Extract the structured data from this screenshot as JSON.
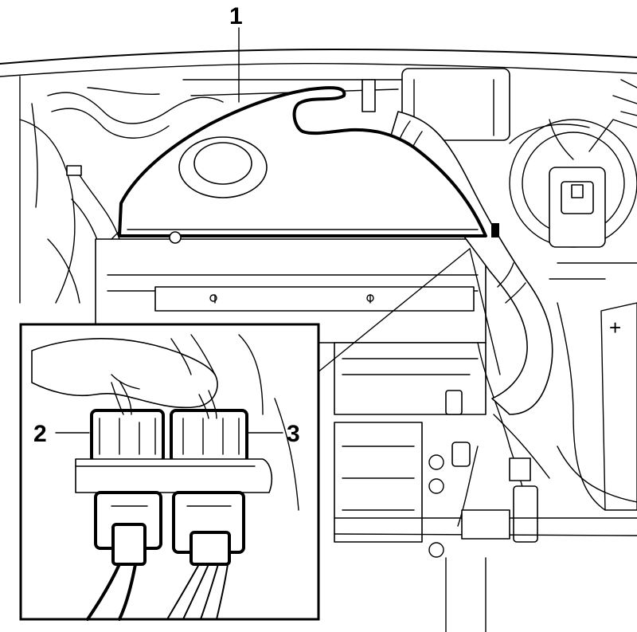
{
  "figure": {
    "callouts": [
      {
        "id": "1",
        "label": "1"
      },
      {
        "id": "2",
        "label": "2"
      },
      {
        "id": "3",
        "label": "3"
      }
    ]
  },
  "colors": {
    "line": "#000000",
    "background": "#ffffff"
  }
}
